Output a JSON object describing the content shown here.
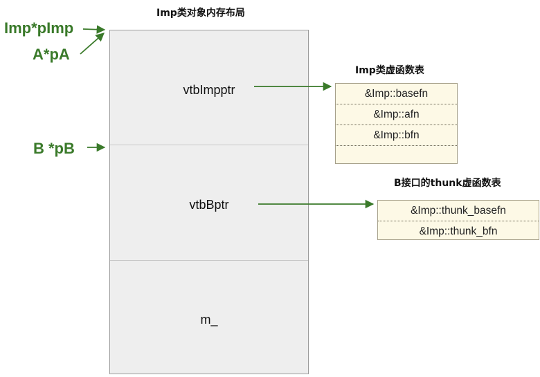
{
  "titles": {
    "object_layout": "Imp类对象内存布局",
    "imp_vtable": "Imp类虚函数表",
    "b_thunk_vtable": "B接口的thunk虚函数表"
  },
  "pointers": {
    "imp": "Imp*pImp",
    "a": "A*pA",
    "b": "B *pB"
  },
  "memory_cells": [
    "vtbImpptr",
    "vtbBptr",
    "m_"
  ],
  "imp_vtable_entries": [
    "&Imp::basefn",
    "&Imp::afn",
    "&Imp::bfn",
    ""
  ],
  "b_thunk_entries": [
    "&Imp::thunk_basefn",
    "&Imp::thunk_bfn"
  ],
  "colors": {
    "arrow": "#3a7a2a",
    "table_fill": "#fdf9e6",
    "memory_fill": "#eeeeee"
  }
}
